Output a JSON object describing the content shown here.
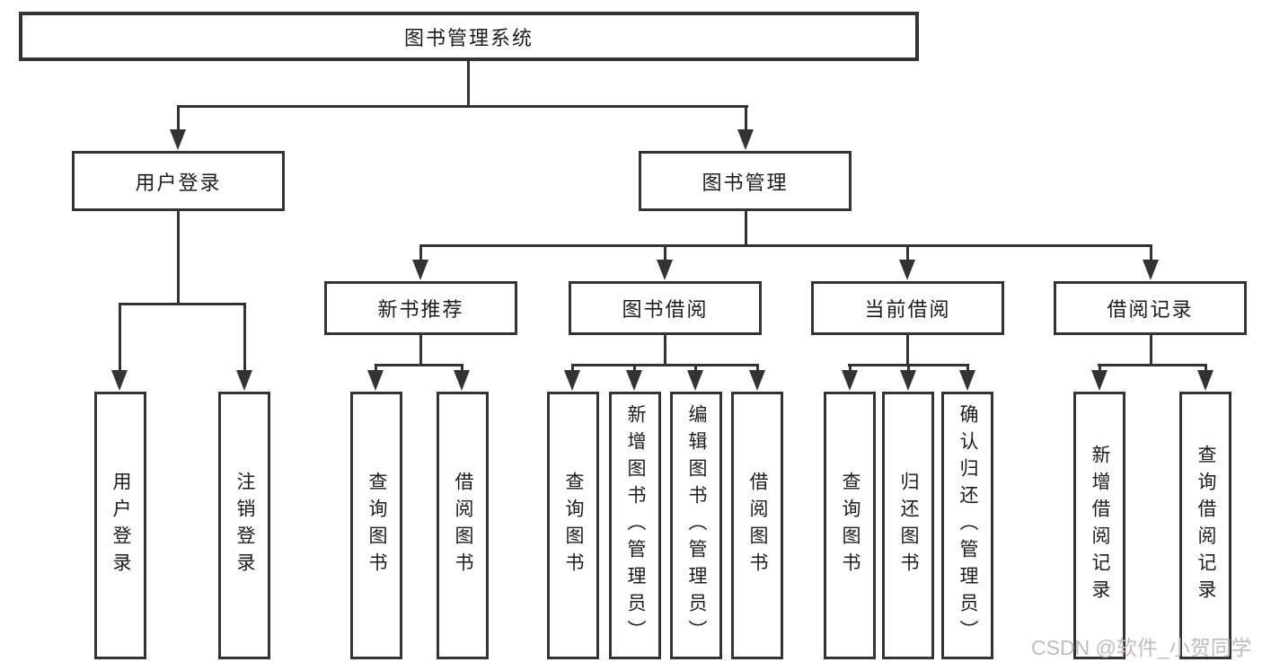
{
  "diagram": {
    "root": {
      "label": "图书管理系统"
    },
    "level2": [
      {
        "label": "用户登录"
      },
      {
        "label": "图书管理"
      }
    ],
    "level3": [
      {
        "label": "新书推荐"
      },
      {
        "label": "图书借阅"
      },
      {
        "label": "当前借阅"
      },
      {
        "label": "借阅记录"
      }
    ],
    "leaves": {
      "user": [
        "用户登录",
        "注销登录"
      ],
      "recommend": [
        "查询图书",
        "借阅图书"
      ],
      "borrow": [
        "查询图书",
        "新增图书（管理员）",
        "编辑图书（管理员）",
        "借阅图书"
      ],
      "current": [
        "查询图书",
        "归还图书",
        "确认归还（管理员）"
      ],
      "records": [
        "新增借阅记录",
        "查询借阅记录"
      ]
    },
    "colors": {
      "line": "#333333",
      "text": "#1c1c1c",
      "box_background": "#ffffff",
      "watermark": "#c3babc"
    }
  },
  "watermark": {
    "text": "CSDN @软件_小贺同学"
  }
}
